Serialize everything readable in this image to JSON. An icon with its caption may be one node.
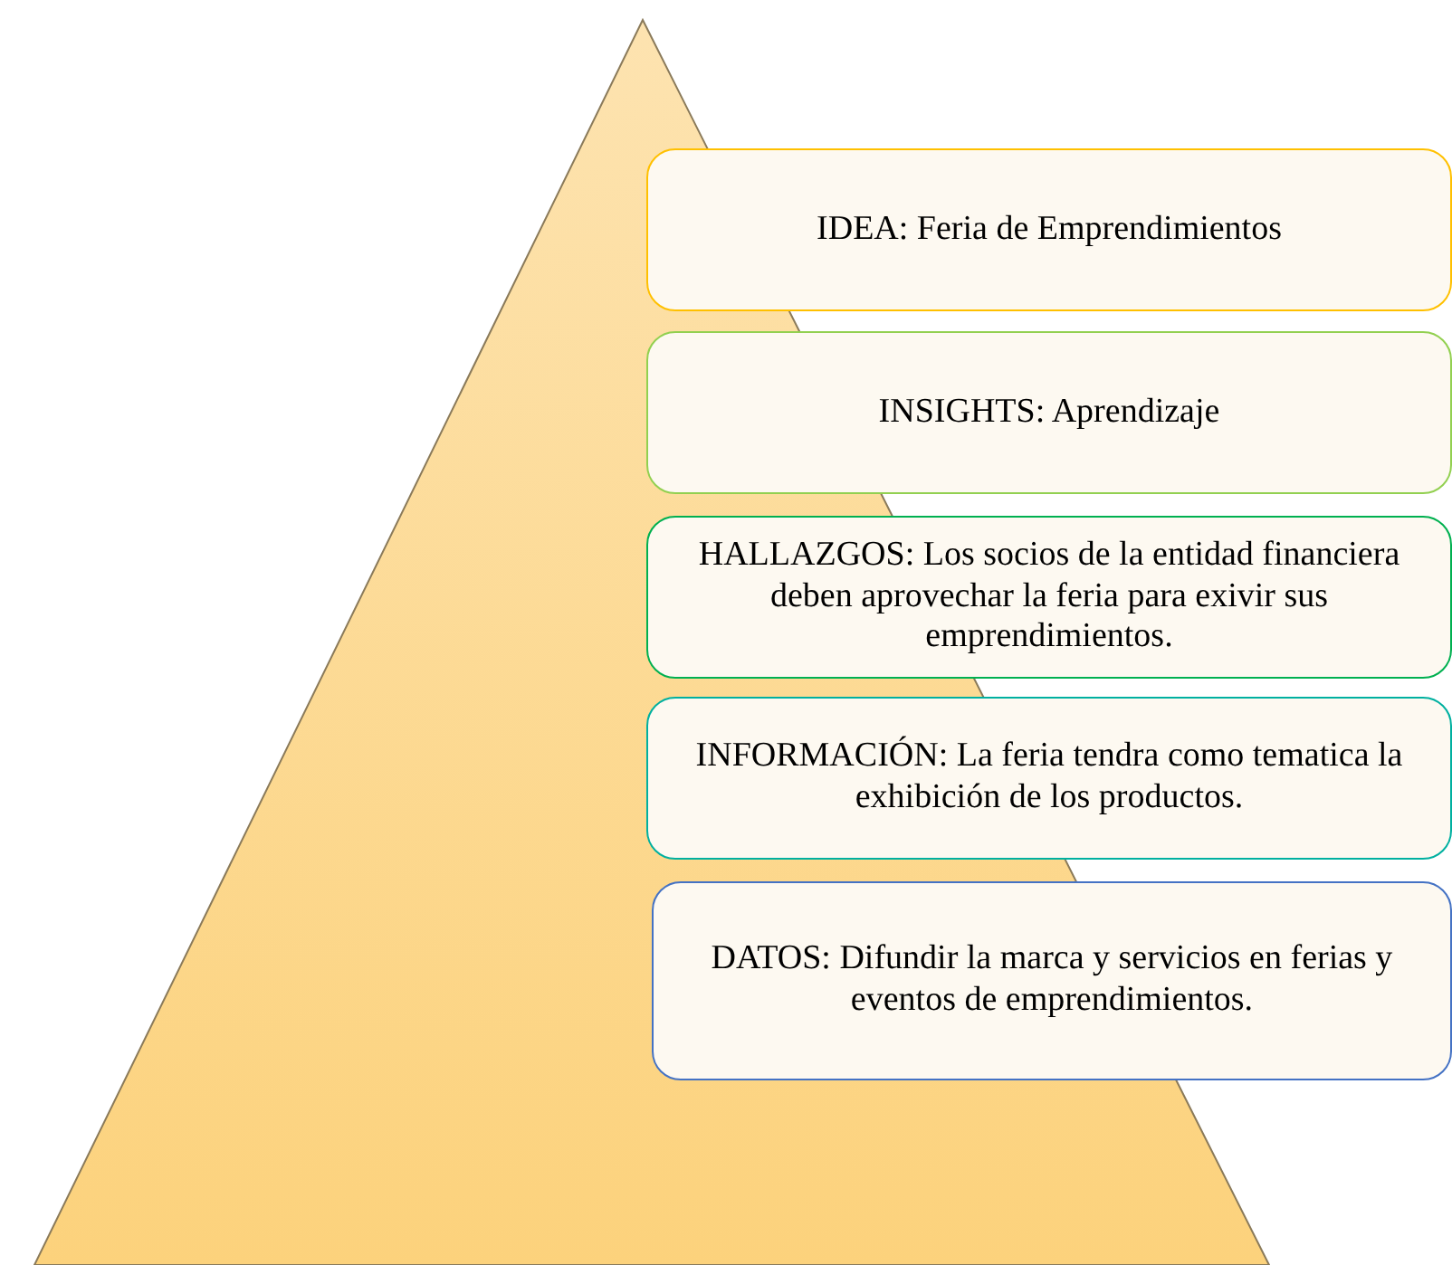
{
  "diagram": {
    "nodes": [
      {
        "text": [],
        "shape": "triangle"
      },
      {
        "text": [
          "IDEA: Feria de Emprendimientos"
        ]
      },
      {
        "text": [
          "INSIGHTS: Aprendizaje"
        ]
      },
      {
        "text": [
          "HALLAZGOS: Los socios de la entidad financiera deben aprovechar la feria para exivir sus emprendimientos."
        ]
      },
      {
        "text": [
          "INFORMACIÓN: La feria tendra como tematica la exhibición de los productos."
        ]
      },
      {
        "text": [
          "DATOS: Difundir la marca y servicios en ferias y eventos de emprendimientos."
        ]
      }
    ]
  }
}
